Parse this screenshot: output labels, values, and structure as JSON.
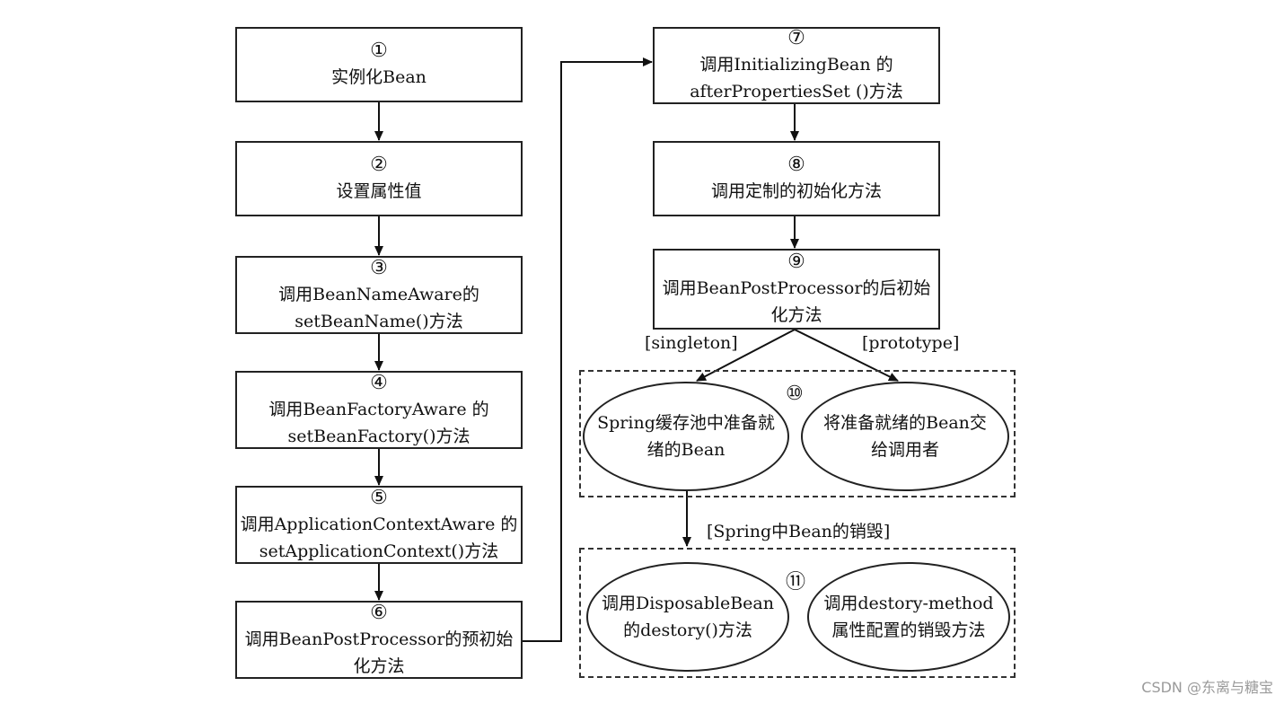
{
  "steps": [
    {
      "num": "①",
      "line1": "实例化Bean",
      "line2": ""
    },
    {
      "num": "②",
      "line1": "设置属性值",
      "line2": ""
    },
    {
      "num": "③",
      "line1": "调用BeanNameAware的",
      "line2": "setBeanName()方法"
    },
    {
      "num": "④",
      "line1": "调用BeanFactoryAware 的",
      "line2": "setBeanFactory()方法"
    },
    {
      "num": "⑤",
      "line1": "调用ApplicationContextAware 的",
      "line2": "setApplicationContext()方法"
    },
    {
      "num": "⑥",
      "line1": "调用BeanPostProcessor的预初始",
      "line2": "化方法"
    },
    {
      "num": "⑦",
      "line1": "调用InitializingBean 的",
      "line2": "afterPropertiesSet ()方法"
    },
    {
      "num": "⑧",
      "line1": "调用定制的初始化方法",
      "line2": ""
    },
    {
      "num": "⑨",
      "line1": "调用BeanPostProcessor的后初始",
      "line2": "化方法"
    }
  ],
  "scope_labels": {
    "singleton": "[singleton]",
    "prototype": "[prototype]"
  },
  "group10": {
    "num": "⑩",
    "left": "Spring缓存池中准备就绪的Bean",
    "right": "将准备就绪的Bean交给调用者"
  },
  "destroy_label": "[Spring中Bean的销毁]",
  "group11": {
    "num": "⑪",
    "left": "调用DisposableBean的destory()方法",
    "right": "调用destory-method属性配置的销毁方法"
  },
  "watermark": "CSDN @东离与糖宝"
}
